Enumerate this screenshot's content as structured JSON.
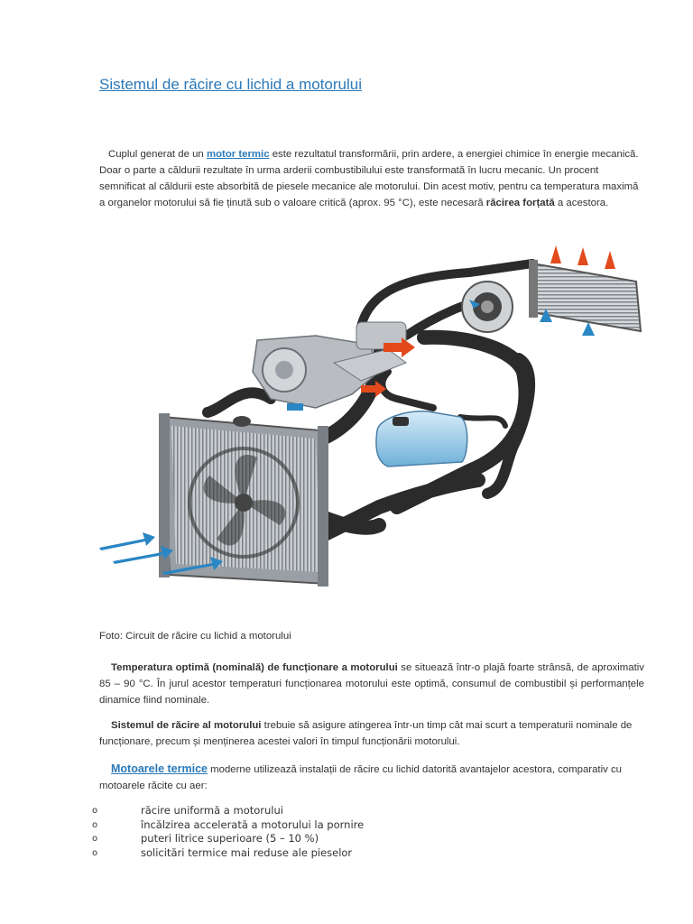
{
  "title": "Sistemul de răcire cu lichid a motorului",
  "p1": {
    "pre": "Cuplul generat de un ",
    "link": "motor termic",
    "mid": " este rezultatul transformării, prin ardere, a energiei chimice în energie mecanică. Doar o parte a căldurii rezultate în urma arderii combustibilului este transformată în lucru mecanic. Un procent semnificat al căldurii este absorbită de piesele mecanice ale motorului. Din acest motiv, pentru ca temperatura maximă a organelor motorului să fie ținută sub o valoare critică (aprox. 95 °C), este necesară ",
    "bold": "răcirea forțată",
    "post": " a acestora."
  },
  "caption": "Foto: Circuit de răcire cu lichid a motorului",
  "p2": {
    "bold": "Temperatura optimă (nominală) de funcționare a motorului",
    "rest": " se situează într-o plajă foarte strânsă, de aproximativ 85 – 90 °C. În jurul acestor temperaturi funcționarea motorului este optimă, consumul de combustibil și performanțele dinamice fiind nominale."
  },
  "p3": {
    "bold": "Sistemul de răcire al motorului",
    "rest": " trebuie să asigure atingerea într-un timp cât mai scurt a temperaturii nominale de funcționare, precum și menținerea acestei valori în timpul funcționării motorului."
  },
  "p4": {
    "link": "Motoarele termice",
    "rest": " moderne utilizează instalații de răcire cu lichid datorită avantajelor acestora, comparativ cu motoarele răcite cu aer:"
  },
  "bullet_marker": "o",
  "list": [
    "răcire uniformă a motorului",
    "încălzirea accelerată a motorului la pornire",
    "puteri litrice superioare (5 – 10 %)",
    "solicitări termice mai reduse ale pieselor"
  ],
  "colors": {
    "link": "#2b79b8",
    "hot_arrow": "#e24a1c",
    "cold_arrow": "#2a86c4",
    "hose": "#2b2b2b"
  }
}
